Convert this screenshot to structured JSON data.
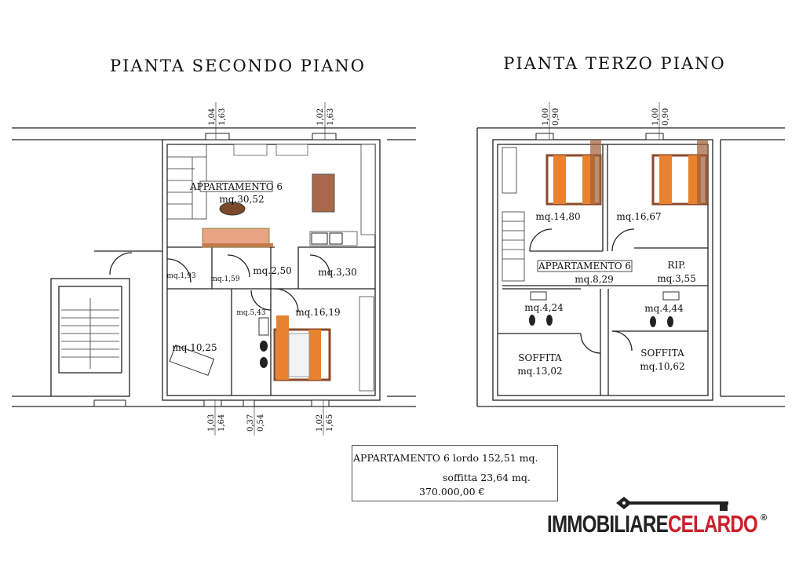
{
  "titles": {
    "left": "PIANTA  SECONDO  PIANO",
    "right": "PIANTA  TERZO  PIANO"
  },
  "second_floor": {
    "apartment_label": "APPARTAMENTO  6",
    "rooms": [
      "mq.30,52",
      "mq.1,93",
      "mq.1,59",
      "mq.2,50",
      "mq.3,30",
      "mq.5,43",
      "mq.16,19",
      "mq.10,25"
    ],
    "window_dims_top": [
      [
        "1,04",
        "1,63"
      ],
      [
        "1,02",
        "1,63"
      ]
    ],
    "window_dims_bottom": [
      [
        "1,03",
        "1,64"
      ],
      [
        "0,37",
        "0,54"
      ],
      [
        "1,02",
        "1,65"
      ]
    ]
  },
  "third_floor": {
    "apartment_label": "APPARTAMENTO  6",
    "rooms": [
      "mq.14,80",
      "mq.16,67",
      "mq.8,29",
      "RIP.",
      "mq.3,55",
      "mq.4,24",
      "mq.4,44",
      "SOFFITA",
      "mq.13,02",
      "SOFFITA",
      "mq.10,62"
    ],
    "window_dims_top": [
      [
        "1,00",
        "0,90"
      ],
      [
        "1,00",
        "0,90"
      ]
    ]
  },
  "summary": {
    "line1": "APPARTAMENTO  6  lordo  152,51  mq.",
    "line2": "soffitta  23,64  mq.",
    "price": "370.000,00  €"
  },
  "logo": {
    "part1": "IMMOBILIARE",
    "part2": "CELARDO",
    "registered": "®",
    "colors": {
      "dark": "#222222",
      "red": "#c8202b"
    }
  },
  "colors": {
    "furniture_orange": "#e8822e",
    "wood": "#8b4a2b",
    "wall": "#222222"
  }
}
